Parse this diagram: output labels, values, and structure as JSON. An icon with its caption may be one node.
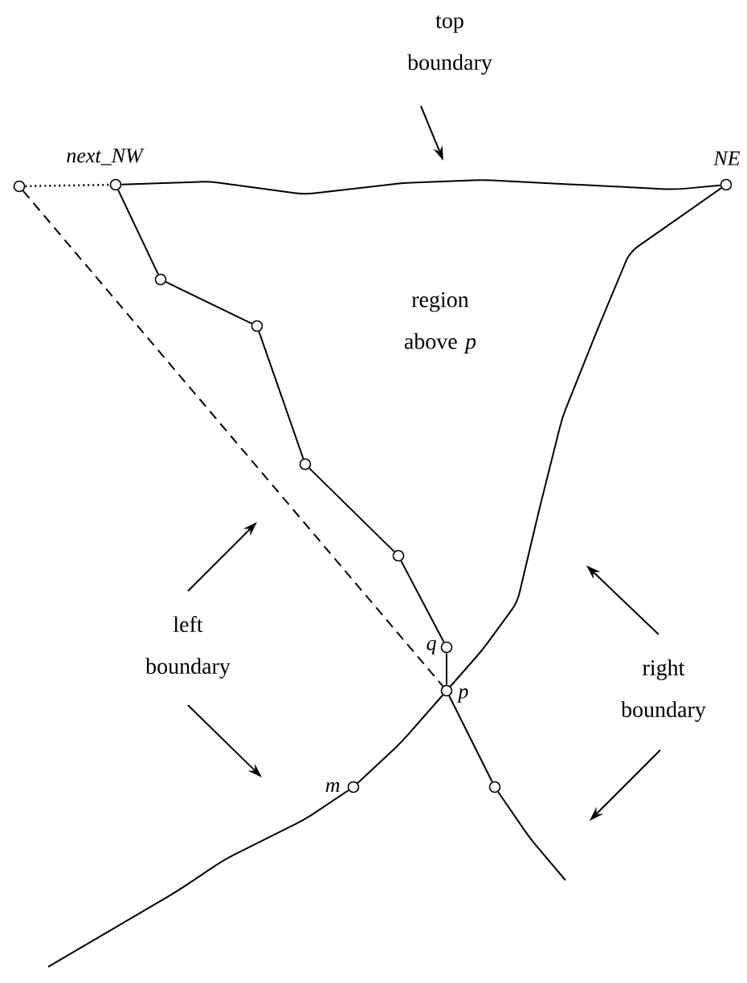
{
  "diagram": {
    "nodes": [
      {
        "text": [
          "top boundary"
        ]
      },
      {
        "text": [],
        "shape": "circle"
      },
      {
        "text": [],
        "shape": "circle",
        "beside": [
          "next_NW"
        ]
      },
      {
        "text": [],
        "shape": "circle",
        "beside": [
          "NE"
        ]
      },
      {
        "text": [],
        "shape": "circle"
      },
      {
        "text": [],
        "shape": "circle"
      },
      {
        "text": [],
        "shape": "circle"
      },
      {
        "text": [],
        "shape": "circle"
      },
      {
        "text": [],
        "shape": "circle",
        "beside": [
          "q"
        ]
      },
      {
        "text": [],
        "shape": "circle",
        "beside": [
          "p"
        ]
      },
      {
        "text": [],
        "shape": "circle"
      },
      {
        "text": [],
        "shape": "circle",
        "beside": [
          "m"
        ]
      },
      {
        "text": [
          "left boundary"
        ]
      },
      {
        "text": [
          "right boundary"
        ]
      }
    ],
    "edges": [
      {
        "from": 1,
        "to": 2,
        "arrow": "none",
        "style": "dashed"
      },
      {
        "from": 2,
        "to": 3,
        "arrow": "none"
      },
      {
        "from": 2,
        "to": 4,
        "arrow": "none"
      },
      {
        "from": 4,
        "to": 5,
        "arrow": "none"
      },
      {
        "from": 5,
        "to": 6,
        "arrow": "none"
      },
      {
        "from": 6,
        "to": 7,
        "arrow": "none"
      },
      {
        "from": 7,
        "to": 8,
        "arrow": "none"
      },
      {
        "from": 8,
        "to": 9,
        "arrow": "none"
      },
      {
        "from": 9,
        "to": 10,
        "arrow": "none"
      },
      {
        "from": 10,
        "to": null,
        "arrow": "none"
      },
      {
        "from": 3,
        "to": 9,
        "arrow": "none"
      },
      {
        "from": 9,
        "to": 11,
        "arrow": "none"
      },
      {
        "from": 11,
        "to": null,
        "arrow": "none"
      },
      {
        "from": 1,
        "to": 9,
        "arrow": "none",
        "style": "dashed"
      },
      {
        "from": 0,
        "to": null,
        "arrow": "to"
      },
      {
        "from": 12,
        "to": null,
        "arrow": "to"
      },
      {
        "from": 12,
        "to": null,
        "arrow": "to"
      },
      {
        "from": 13,
        "to": null,
        "arrow": "to"
      },
      {
        "from": 13,
        "to": null,
        "arrow": "to"
      }
    ],
    "labels": [
      "region above *p*"
    ]
  }
}
